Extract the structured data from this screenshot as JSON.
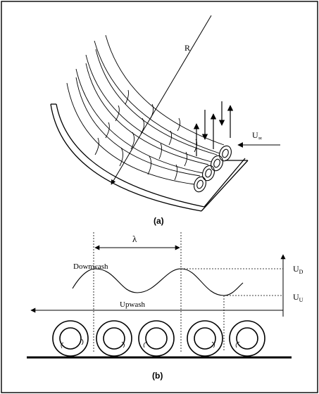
{
  "figure": {
    "panel_a": {
      "caption": "(a)",
      "radius_label": "R",
      "freestream_label_main": "U",
      "freestream_label_sub": "∞"
    },
    "panel_b": {
      "caption": "(b)",
      "wavelength_label": "λ",
      "downwash_label": "Downwash",
      "upwash_label": "Upwash",
      "u_d_main": "U",
      "u_d_sub": "D",
      "u_u_main": "U",
      "u_u_sub": "U"
    }
  }
}
